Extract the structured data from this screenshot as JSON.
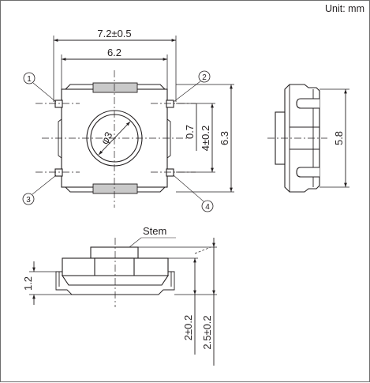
{
  "unit_label": "Unit: mm",
  "top_view": {
    "overall_width": "7.2±0.5",
    "body_width": "6.2",
    "stem_diameter": "φ3",
    "terminal_offset": "0.7",
    "terminal_pitch": "4±0.2",
    "body_height": "6.3",
    "pins": [
      "1",
      "2",
      "3",
      "4"
    ]
  },
  "side_view": {
    "width": "5.8"
  },
  "front_view": {
    "stem_label": "Stem",
    "base_height": "1.2",
    "stem_height": "2±0.2",
    "total_height": "2.5±0.2"
  }
}
